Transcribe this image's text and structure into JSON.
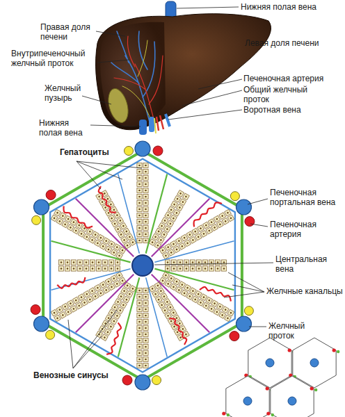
{
  "diagram": {
    "labels": [
      "Нижняя полая вена",
      "Правая доля печени",
      "Левая доля печени",
      "Внутрипеченочный желчный проток",
      "Печеночная артерия",
      "Желчный пузырь",
      "Общий желчный проток",
      "Воротная вена",
      "Нижняя полая вена",
      "Гепатоциты",
      "Печеночная портальная вена",
      "Печеночная артерия",
      "Центральная вена",
      "Желчные канальцы",
      "Желчный проток",
      "Венозные синусы"
    ]
  }
}
